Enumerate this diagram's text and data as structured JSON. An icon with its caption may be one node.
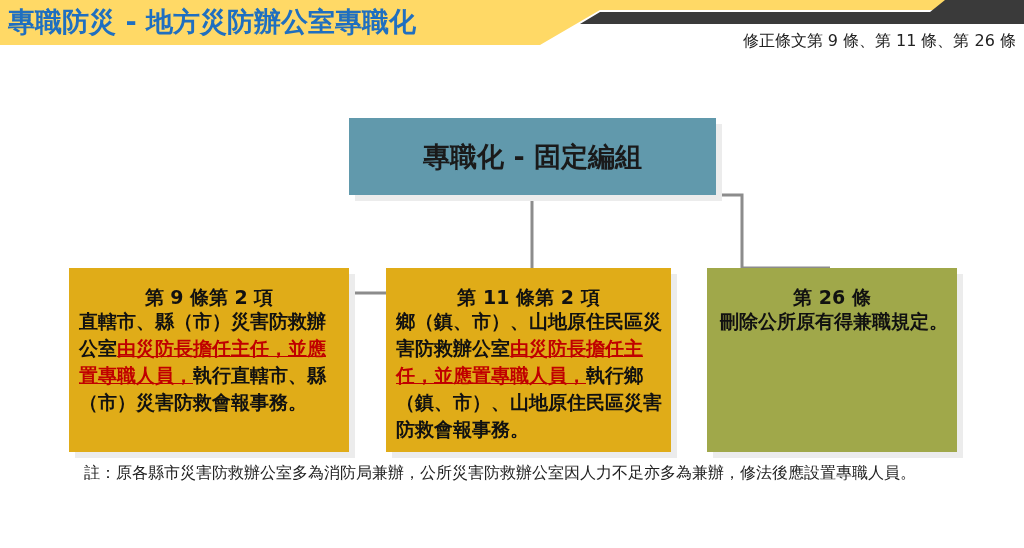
{
  "diagram": {
    "title": "專職防災 - 地方災防辦公室專職化",
    "nodes": [
      {
        "text": [
          "專職化 - 固定編組"
        ]
      },
      {
        "text": [
          "第 9 條第 2 項",
          "直轄市、縣（市）災害防救辦公室",
          "由災防長擔任主任，並應置專職人員，",
          "執行直轄市、縣（市）災害防救會報事務。"
        ]
      },
      {
        "text": [
          "第 11 條第 2 項",
          "鄉（鎮、市）、山地原住民區災害防救辦公室",
          "由災防長擔任主任，並應置專職人員，",
          "執行鄉（鎮、市）、山地原住民區災害防救會報事務。"
        ]
      },
      {
        "text": [
          "第 26 條",
          "刪除公所原有得兼職規定。"
        ]
      }
    ],
    "edges": [
      {
        "from": 0,
        "to": 2,
        "arrow": "none"
      },
      {
        "from": 0,
        "to": 3,
        "arrow": "none"
      },
      {
        "from": 1,
        "to": 2,
        "arrow": "none"
      }
    ],
    "labels": [
      "修正條文第 9 條、第 11 條、第 26 條",
      "註：原各縣市災害防救辦公室多為消防局兼辦，公所災害防救辦公室因人力不足亦多為兼辦，修法後應設置專職人員。"
    ]
  }
}
